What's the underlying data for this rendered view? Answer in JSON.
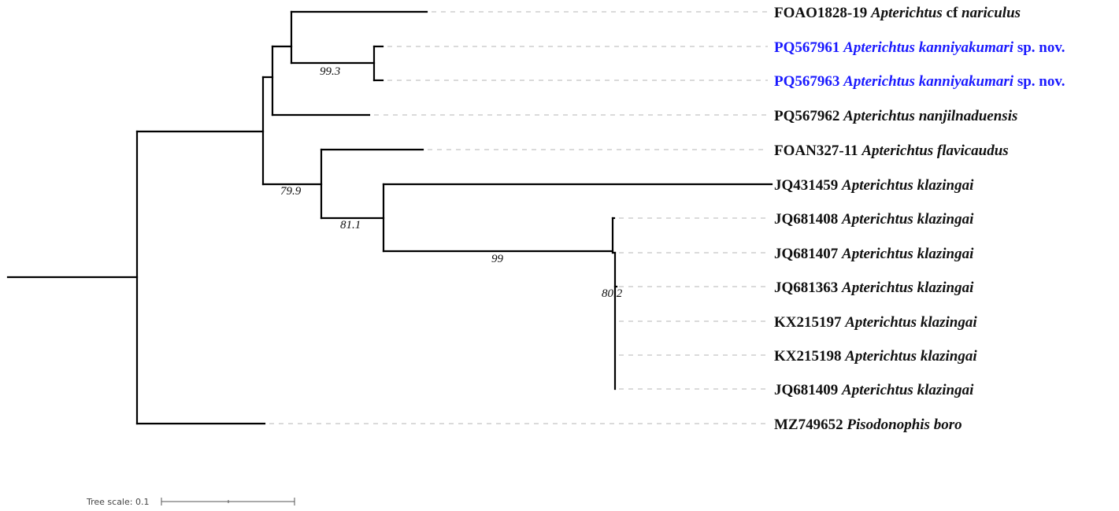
{
  "colors": {
    "default": "#111111",
    "highlight": "#1a1aff"
  },
  "leaves": [
    {
      "accession": "FOAO1828-19",
      "genus": "Apterichtus",
      "qualifier": "cf",
      "species": "nariculus",
      "suffix": "",
      "highlight": false
    },
    {
      "accession": "PQ567961",
      "genus": "Apterichtus",
      "qualifier": "",
      "species": "kanniyakumari",
      "suffix": "sp. nov.",
      "highlight": true
    },
    {
      "accession": "PQ567963",
      "genus": "Apterichtus",
      "qualifier": "",
      "species": "kanniyakumari",
      "suffix": "sp. nov.",
      "highlight": true
    },
    {
      "accession": "PQ567962",
      "genus": "Apterichtus",
      "qualifier": "",
      "species": "nanjilnaduensis",
      "suffix": "",
      "highlight": false
    },
    {
      "accession": "FOAN327-11",
      "genus": "Apterichtus",
      "qualifier": "",
      "species": "flavicaudus",
      "suffix": "",
      "highlight": false
    },
    {
      "accession": "JQ431459",
      "genus": "Apterichtus",
      "qualifier": "",
      "species": "klazingai",
      "suffix": "",
      "highlight": false
    },
    {
      "accession": "JQ681408",
      "genus": "Apterichtus",
      "qualifier": "",
      "species": "klazingai",
      "suffix": "",
      "highlight": false
    },
    {
      "accession": "JQ681407",
      "genus": "Apterichtus",
      "qualifier": "",
      "species": "klazingai",
      "suffix": "",
      "highlight": false
    },
    {
      "accession": "JQ681363",
      "genus": "Apterichtus",
      "qualifier": "",
      "species": "klazingai",
      "suffix": "",
      "highlight": false
    },
    {
      "accession": "KX215197",
      "genus": "Apterichtus",
      "qualifier": "",
      "species": "klazingai",
      "suffix": "",
      "highlight": false
    },
    {
      "accession": "KX215198",
      "genus": "Apterichtus",
      "qualifier": "",
      "species": "klazingai",
      "suffix": "",
      "highlight": false
    },
    {
      "accession": "JQ681409",
      "genus": "Apterichtus",
      "qualifier": "",
      "species": "klazingai",
      "suffix": "",
      "highlight": false
    },
    {
      "accession": "MZ749652",
      "genus": "Pisodonophis",
      "qualifier": "",
      "species": "boro",
      "suffix": "",
      "highlight": false
    }
  ],
  "support_values": [
    "99.3",
    "79.9",
    "81.1",
    "99",
    "80.2"
  ],
  "scale": {
    "label": "Tree scale: 0.1"
  }
}
